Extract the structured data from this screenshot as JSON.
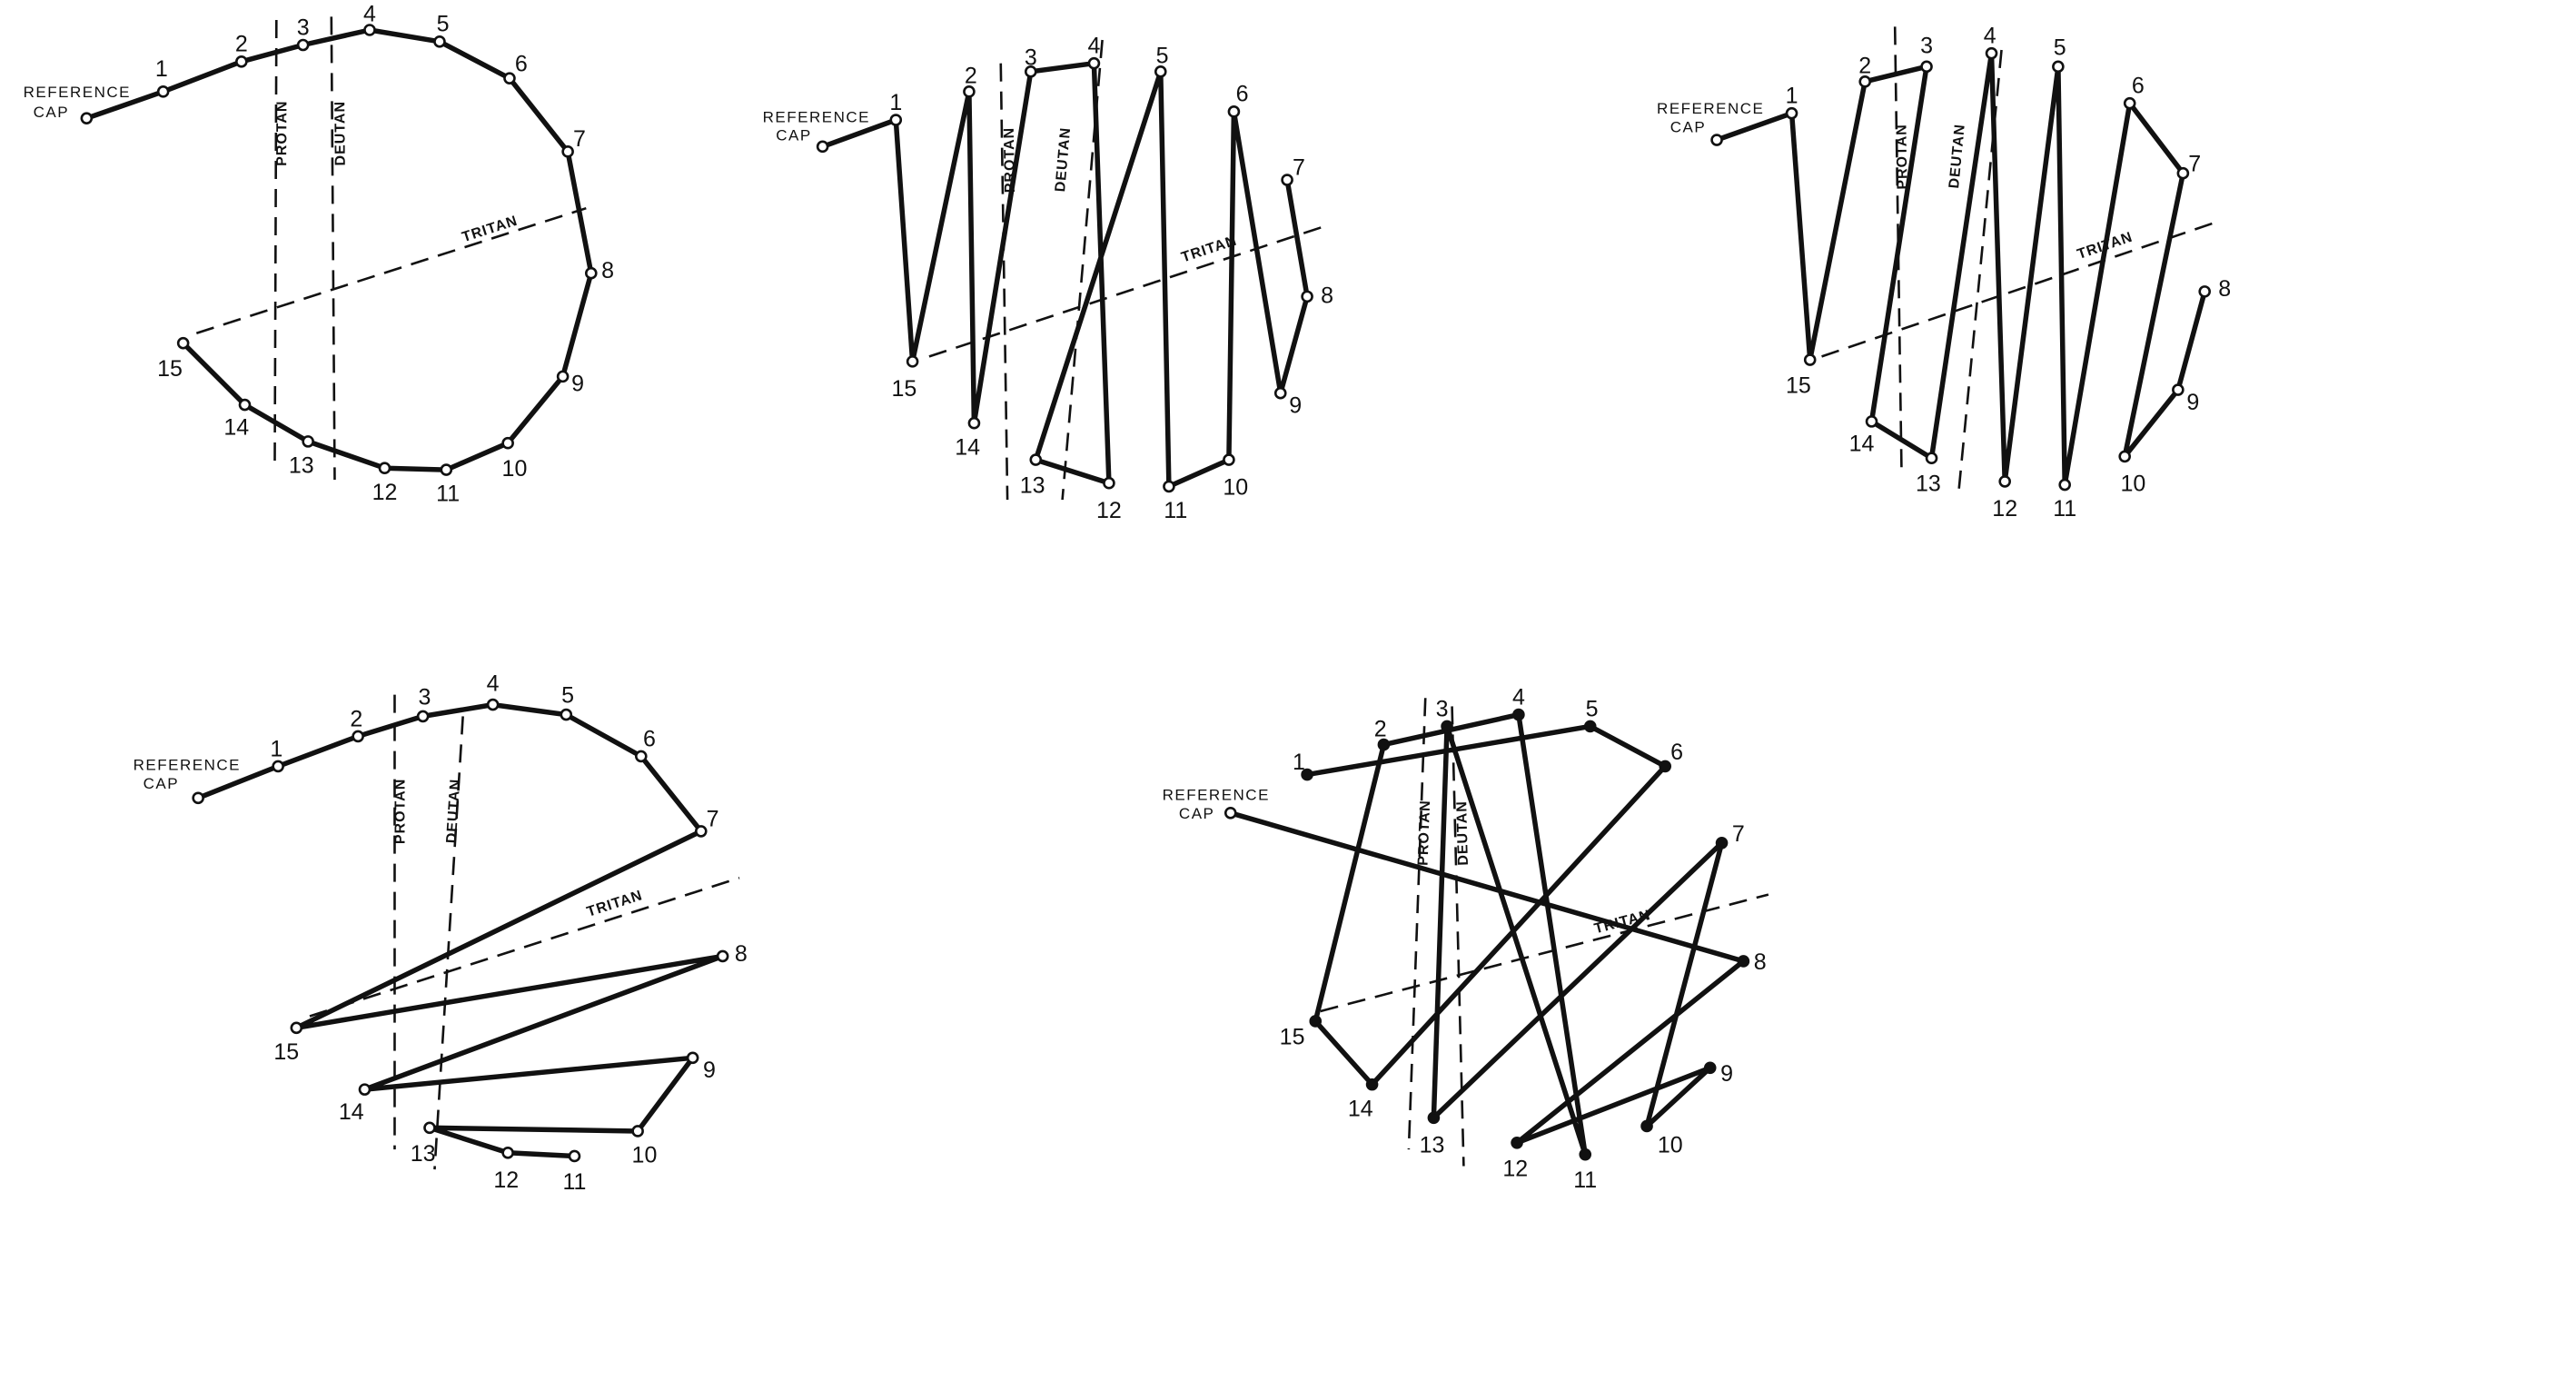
{
  "diagrams": [
    {
      "id": "panel-1",
      "reference_label": [
        "REFERENCE",
        "CAP"
      ],
      "axis_labels": {
        "protan": "PROTAN",
        "deutan": "DEUTAN",
        "tritan": "TRITAN"
      },
      "cap_style": "open",
      "cap_order": [
        "REF",
        "1",
        "2",
        "3",
        "4",
        "5",
        "6",
        "7",
        "8",
        "9",
        "10",
        "11",
        "12",
        "13",
        "14",
        "15"
      ]
    },
    {
      "id": "panel-2",
      "reference_label": [
        "REFERENCE",
        "CAP"
      ],
      "axis_labels": {
        "protan": "PROTAN",
        "deutan": "DEUTAN",
        "tritan": "TRITAN"
      },
      "cap_style": "open",
      "cap_order": [
        "REF",
        "1",
        "15",
        "2",
        "14",
        "3",
        "4",
        "12",
        "13",
        "5",
        "11",
        "10",
        "6",
        "9",
        "8",
        "7"
      ]
    },
    {
      "id": "panel-3",
      "reference_label": [
        "REFERENCE",
        "CAP"
      ],
      "axis_labels": {
        "protan": "PROTAN",
        "deutan": "DEUTAN",
        "tritan": "TRITAN"
      },
      "cap_style": "open",
      "cap_order": [
        "REF",
        "1",
        "15",
        "2",
        "3",
        "14",
        "13",
        "4",
        "12",
        "5",
        "11",
        "6",
        "7",
        "10",
        "9",
        "8"
      ]
    },
    {
      "id": "panel-4",
      "reference_label": [
        "REFERENCE",
        "CAP"
      ],
      "axis_labels": {
        "protan": "PROTAN",
        "deutan": "DEUTAN",
        "tritan": "TRITAN"
      },
      "cap_style": "open",
      "cap_order": [
        "REF",
        "1",
        "2",
        "3",
        "4",
        "5",
        "6",
        "7",
        "15",
        "8",
        "14",
        "9",
        "10",
        "13",
        "12",
        "11"
      ]
    },
    {
      "id": "panel-5",
      "reference_label": [
        "REFERENCE",
        "CAP"
      ],
      "axis_labels": {
        "protan": "PROTAN",
        "deutan": "DEUTAN",
        "tritan": "TRITAN"
      },
      "cap_style": "filled",
      "cap_order": [
        "REF",
        "8",
        "12",
        "9",
        "10",
        "7",
        "13",
        "3",
        "11",
        "4",
        "2",
        "15",
        "14",
        "6",
        "5",
        "1"
      ]
    }
  ]
}
